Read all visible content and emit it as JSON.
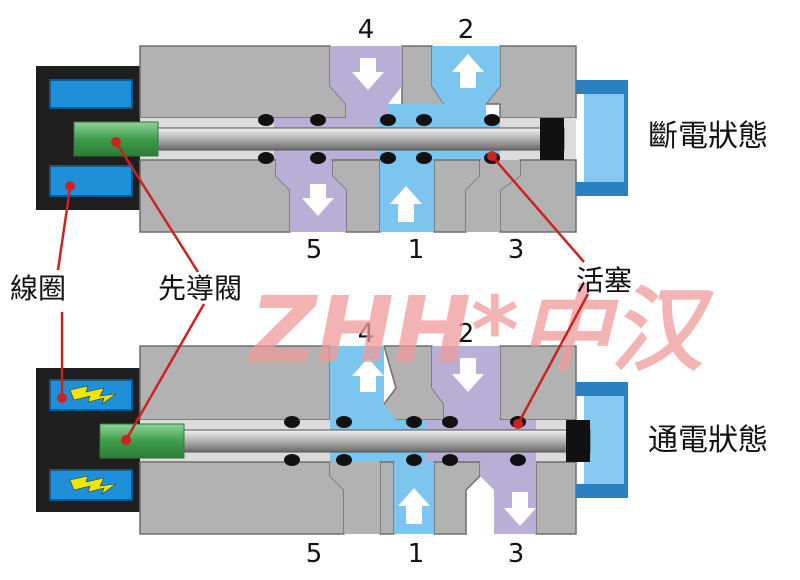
{
  "ports": {
    "top": {
      "p4": "4",
      "p2": "2",
      "p5": "5",
      "p1": "1",
      "p3": "3"
    },
    "bottom": {
      "p4": "4",
      "p2": "2",
      "p5": "5",
      "p1": "1",
      "p3": "3"
    }
  },
  "states": {
    "off": "斷電狀態",
    "on": "通電狀態"
  },
  "labels": {
    "coil": "線圈",
    "pilot": "先導閥",
    "piston": "活塞"
  },
  "watermark": "ZHH*中汉",
  "colors": {
    "body": "#b2b2b2",
    "body_edge": "#6e6e6e",
    "coil_frame": "#1e1e1e",
    "coil": "#1f8fd8",
    "flow_supply": "#7cc5ef",
    "flow_exhaust": "#b9aed6",
    "pilot": "#5fb86a",
    "seal": "#111111",
    "leader": "#cc2222",
    "watermark": "#ef9a9a"
  }
}
